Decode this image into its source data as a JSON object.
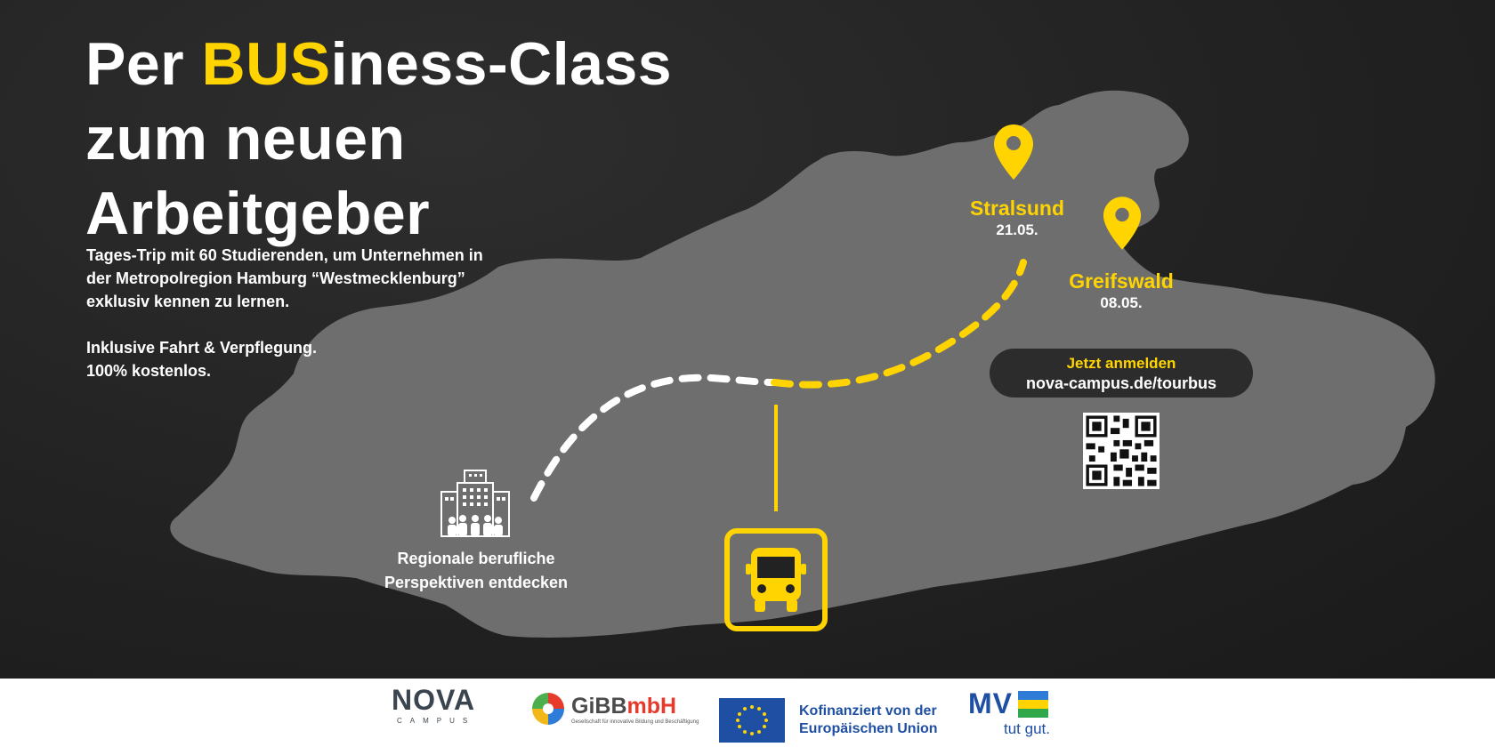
{
  "headline": {
    "line1_prefix": "Per ",
    "line1_highlight": "BUS",
    "line1_suffix": "iness-Class",
    "line2": "zum neuen",
    "line3": "Arbeitgeber"
  },
  "intro": {
    "line1": "Tages-Trip mit 60 Studierenden, um Unternehmen in",
    "line2": "der Metropolregion Hamburg “Westmecklenburg”",
    "line3": "exklusiv kennen zu lernen.",
    "line4": "Inklusive Fahrt & Verpflegung.",
    "line5": "100% kostenlos."
  },
  "stops": [
    {
      "name": "Stralsund",
      "date": "21.05."
    },
    {
      "name": "Greifswald",
      "date": "08.05."
    }
  ],
  "cta": {
    "label": "Jetzt anmelden",
    "url": "nova-campus.de/tourbus"
  },
  "perspective": {
    "line1": "Regionale berufliche",
    "line2": "Perspektiven entdecken"
  },
  "footer": {
    "nova": {
      "text": "NOVA",
      "sub": "CAMPUS"
    },
    "gibb": {
      "text_a": "GiBB",
      "text_b": "mbH",
      "sub": "Gesellschaft für innovative Bildung und Beschäftigung"
    },
    "eu": {
      "line1": "Kofinanziert von der",
      "line2": "Europäischen Union"
    },
    "mv": {
      "text": "MV",
      "sub": "tut gut."
    }
  },
  "colors": {
    "accent": "#ffd400",
    "background": "#222222",
    "map": "#6f6f6f",
    "eu_blue": "#1f4fa3"
  },
  "icons": [
    "location-pin-icon",
    "office-building-icon",
    "bus-icon",
    "qr-code-icon",
    "eu-flag-icon"
  ]
}
